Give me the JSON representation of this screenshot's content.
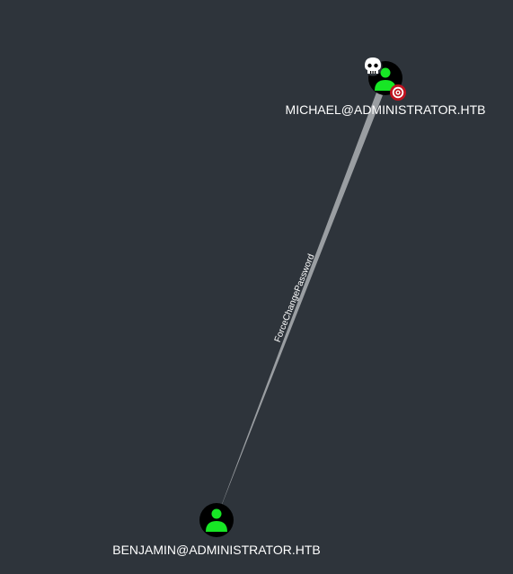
{
  "graph": {
    "nodes": [
      {
        "id": "michael",
        "label": "MICHAEL@ADMINISTRATOR.HTB",
        "type": "User",
        "icon": "user-icon",
        "badges": [
          "owned-skull-icon",
          "high-value-target-icon"
        ]
      },
      {
        "id": "benjamin",
        "label": "BENJAMIN@ADMINISTRATOR.HTB",
        "type": "User",
        "icon": "user-icon",
        "badges": []
      }
    ],
    "edges": [
      {
        "from": "benjamin",
        "to": "michael",
        "label": "ForceChangePassword"
      }
    ]
  },
  "colors": {
    "background": "#2e343b",
    "node_fill": "#000000",
    "user_icon": "#17e625",
    "edge": "#9a9ea2",
    "label_text": "#ffffff",
    "target_badge": "#c1121f"
  }
}
